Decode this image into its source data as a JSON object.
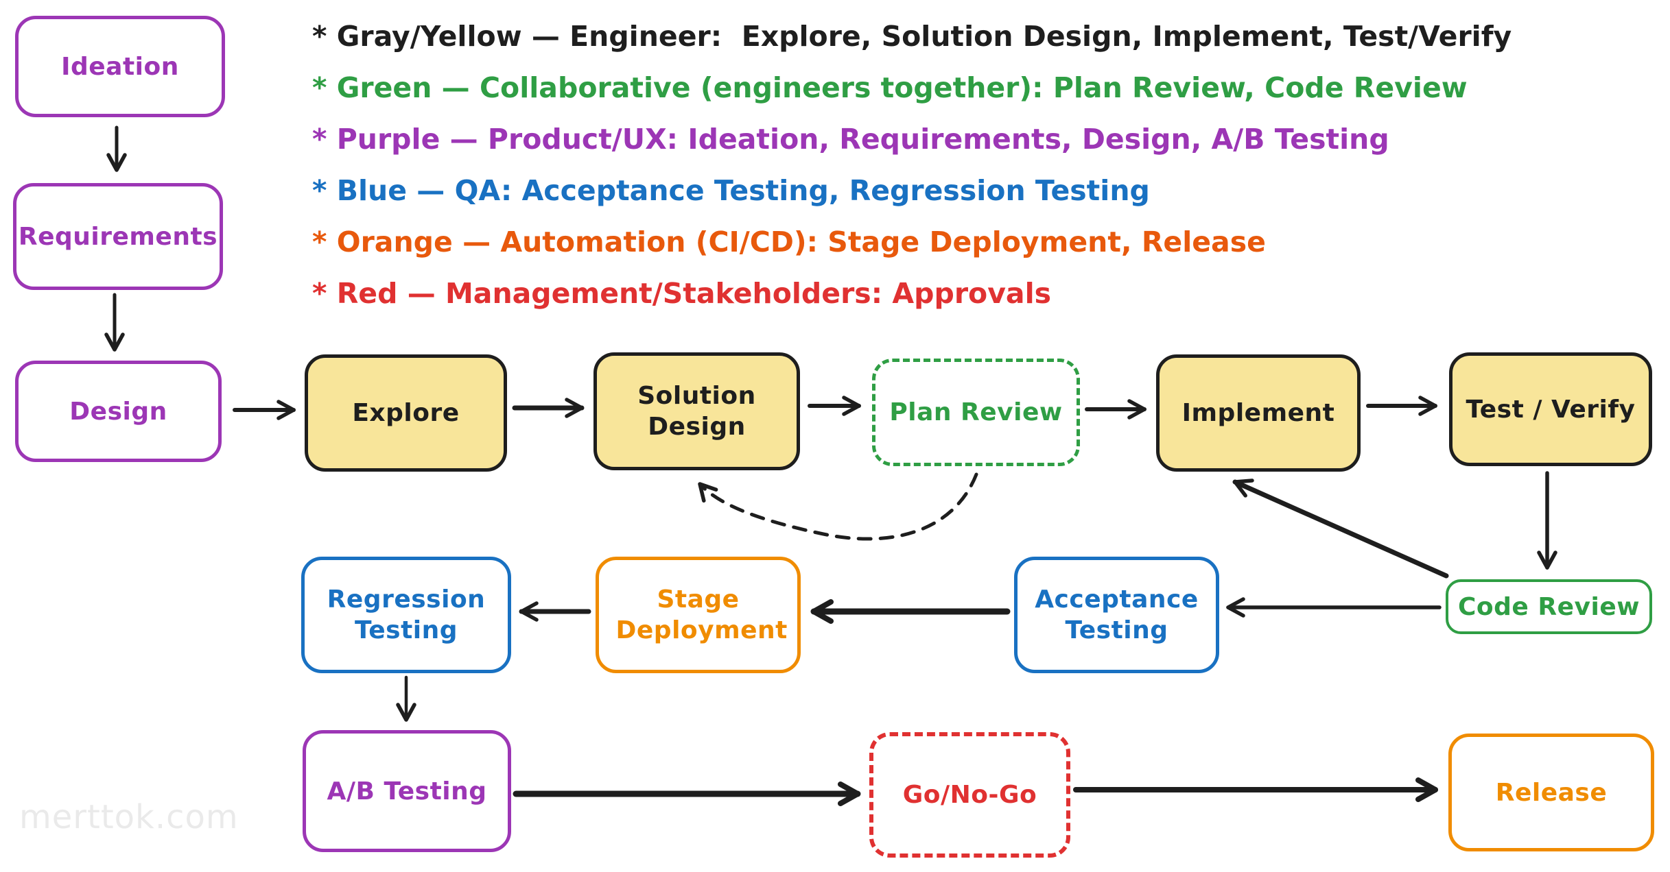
{
  "watermark": "merttok.com",
  "legend": {
    "items": [
      {
        "text": "* Gray/Yellow — Engineer:  Explore, Solution Design, Implement, Test/Verify",
        "color": "#1e1e1e"
      },
      {
        "text": "* Green — Collaborative (engineers together): Plan Review, Code Review",
        "color": "#2f9e44"
      },
      {
        "text": "* Purple — Product/UX: Ideation, Requirements, Design, A/B Testing",
        "color": "#9c36b5"
      },
      {
        "text": "* Blue — QA: Acceptance Testing, Regression Testing",
        "color": "#1971c2"
      },
      {
        "text": "* Orange — Automation (CI/CD): Stage Deployment, Release",
        "color": "#e8590c"
      },
      {
        "text": "* Red — Management/Stakeholders: Approvals",
        "color": "#e03131"
      }
    ]
  },
  "colors": {
    "black": "#1e1e1e",
    "green": "#2f9e44",
    "purple": "#9c36b5",
    "blue": "#1971c2",
    "orange": "#f08c00",
    "orange_legend": "#e8590c",
    "red": "#e03131",
    "yellow_fill": "#f8e59a",
    "watermark_gray": "#eaeaea"
  },
  "nodes": {
    "ideation": {
      "label": "Ideation",
      "stroke": "#9c36b5",
      "text_color": "#9c36b5",
      "fill": "#ffffff",
      "border_style": "solid"
    },
    "requirements": {
      "label": "Requirements",
      "stroke": "#9c36b5",
      "text_color": "#9c36b5",
      "fill": "#ffffff",
      "border_style": "solid"
    },
    "design": {
      "label": "Design",
      "stroke": "#9c36b5",
      "text_color": "#9c36b5",
      "fill": "#ffffff",
      "border_style": "solid"
    },
    "explore": {
      "label": "Explore",
      "stroke": "#1e1e1e",
      "text_color": "#1e1e1e",
      "fill": "#f8e59a",
      "border_style": "solid"
    },
    "solution_design": {
      "label": "Solution Design",
      "stroke": "#1e1e1e",
      "text_color": "#1e1e1e",
      "fill": "#f8e59a",
      "border_style": "solid"
    },
    "plan_review": {
      "label": "Plan Review",
      "stroke": "#2f9e44",
      "text_color": "#2f9e44",
      "fill": "#ffffff",
      "border_style": "dashed"
    },
    "implement": {
      "label": "Implement",
      "stroke": "#1e1e1e",
      "text_color": "#1e1e1e",
      "fill": "#f8e59a",
      "border_style": "solid"
    },
    "test_verify": {
      "label": "Test / Verify",
      "stroke": "#1e1e1e",
      "text_color": "#1e1e1e",
      "fill": "#f8e59a",
      "border_style": "solid"
    },
    "code_review": {
      "label": "Code Review",
      "stroke": "#2f9e44",
      "text_color": "#2f9e44",
      "fill": "#ffffff",
      "border_style": "solid"
    },
    "acceptance_testing": {
      "label": "Acceptance Testing",
      "stroke": "#1971c2",
      "text_color": "#1971c2",
      "fill": "#ffffff",
      "border_style": "solid"
    },
    "stage_deployment": {
      "label": "Stage Deployment",
      "stroke": "#f08c00",
      "text_color": "#f08c00",
      "fill": "#ffffff",
      "border_style": "solid"
    },
    "regression_testing": {
      "label": "Regression Testing",
      "stroke": "#1971c2",
      "text_color": "#1971c2",
      "fill": "#ffffff",
      "border_style": "solid"
    },
    "ab_testing": {
      "label": "A/B Testing",
      "stroke": "#9c36b5",
      "text_color": "#9c36b5",
      "fill": "#ffffff",
      "border_style": "solid"
    },
    "go_no_go": {
      "label": "Go/No-Go",
      "stroke": "#e03131",
      "text_color": "#e03131",
      "fill": "#ffffff",
      "border_style": "dashed"
    },
    "release": {
      "label": "Release",
      "stroke": "#f08c00",
      "text_color": "#f08c00",
      "fill": "#ffffff",
      "border_style": "solid"
    }
  },
  "edges": [
    {
      "from": "ideation",
      "to": "requirements",
      "style": "solid",
      "color": "#1e1e1e"
    },
    {
      "from": "requirements",
      "to": "design",
      "style": "solid",
      "color": "#1e1e1e"
    },
    {
      "from": "design",
      "to": "explore",
      "style": "solid",
      "color": "#1e1e1e"
    },
    {
      "from": "explore",
      "to": "solution_design",
      "style": "solid",
      "color": "#1e1e1e"
    },
    {
      "from": "solution_design",
      "to": "plan_review",
      "style": "solid",
      "color": "#1e1e1e"
    },
    {
      "from": "plan_review",
      "to": "implement",
      "style": "solid",
      "color": "#1e1e1e"
    },
    {
      "from": "implement",
      "to": "test_verify",
      "style": "solid",
      "color": "#1e1e1e"
    },
    {
      "from": "test_verify",
      "to": "code_review",
      "style": "solid",
      "color": "#1e1e1e"
    },
    {
      "from": "code_review",
      "to": "implement",
      "style": "solid",
      "color": "#1e1e1e"
    },
    {
      "from": "code_review",
      "to": "acceptance_testing",
      "style": "solid",
      "color": "#1e1e1e"
    },
    {
      "from": "acceptance_testing",
      "to": "stage_deployment",
      "style": "solid",
      "color": "#1e1e1e"
    },
    {
      "from": "stage_deployment",
      "to": "regression_testing",
      "style": "solid",
      "color": "#1e1e1e"
    },
    {
      "from": "regression_testing",
      "to": "ab_testing",
      "style": "solid",
      "color": "#1e1e1e"
    },
    {
      "from": "ab_testing",
      "to": "go_no_go",
      "style": "solid",
      "color": "#1e1e1e"
    },
    {
      "from": "go_no_go",
      "to": "release",
      "style": "solid",
      "color": "#1e1e1e"
    },
    {
      "from": "plan_review",
      "to": "solution_design",
      "style": "dashed",
      "color": "#1e1e1e"
    }
  ]
}
